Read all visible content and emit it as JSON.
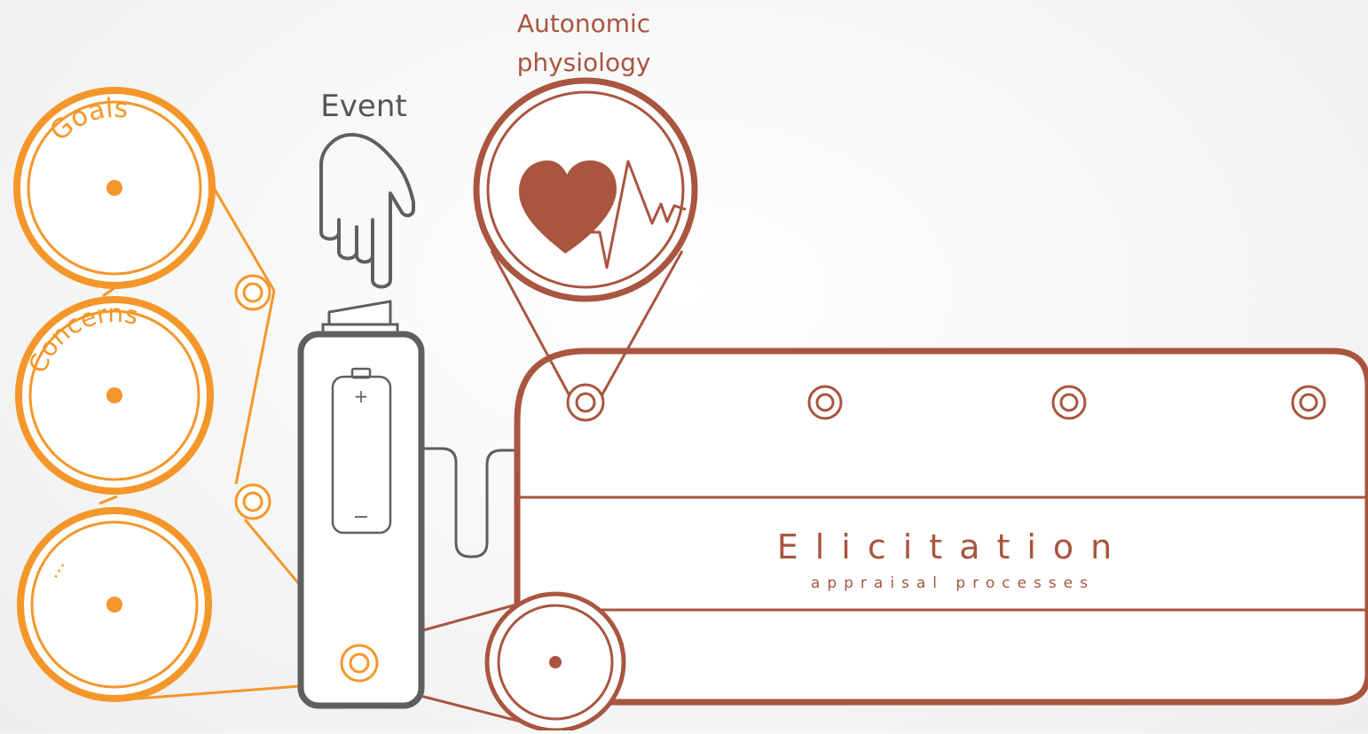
{
  "labels": {
    "event": "Event",
    "autonomic_line1": "Autonomic",
    "autonomic_line2": "physiology",
    "goals": "Goals",
    "concerns": "Concerns",
    "ellipsis": "...",
    "elicitation_title": "Elicitation",
    "elicitation_subtitle": "appraisal processes",
    "battery_plus": "+",
    "battery_minus": "−"
  },
  "colors": {
    "orange": "#F5962A",
    "rust": "#A9553F",
    "gray": "#5f5f5f",
    "event_text": "#555555"
  },
  "icons": [
    "pointing-hand-icon",
    "battery-icon",
    "heart-icon",
    "heartbeat-line-icon"
  ]
}
